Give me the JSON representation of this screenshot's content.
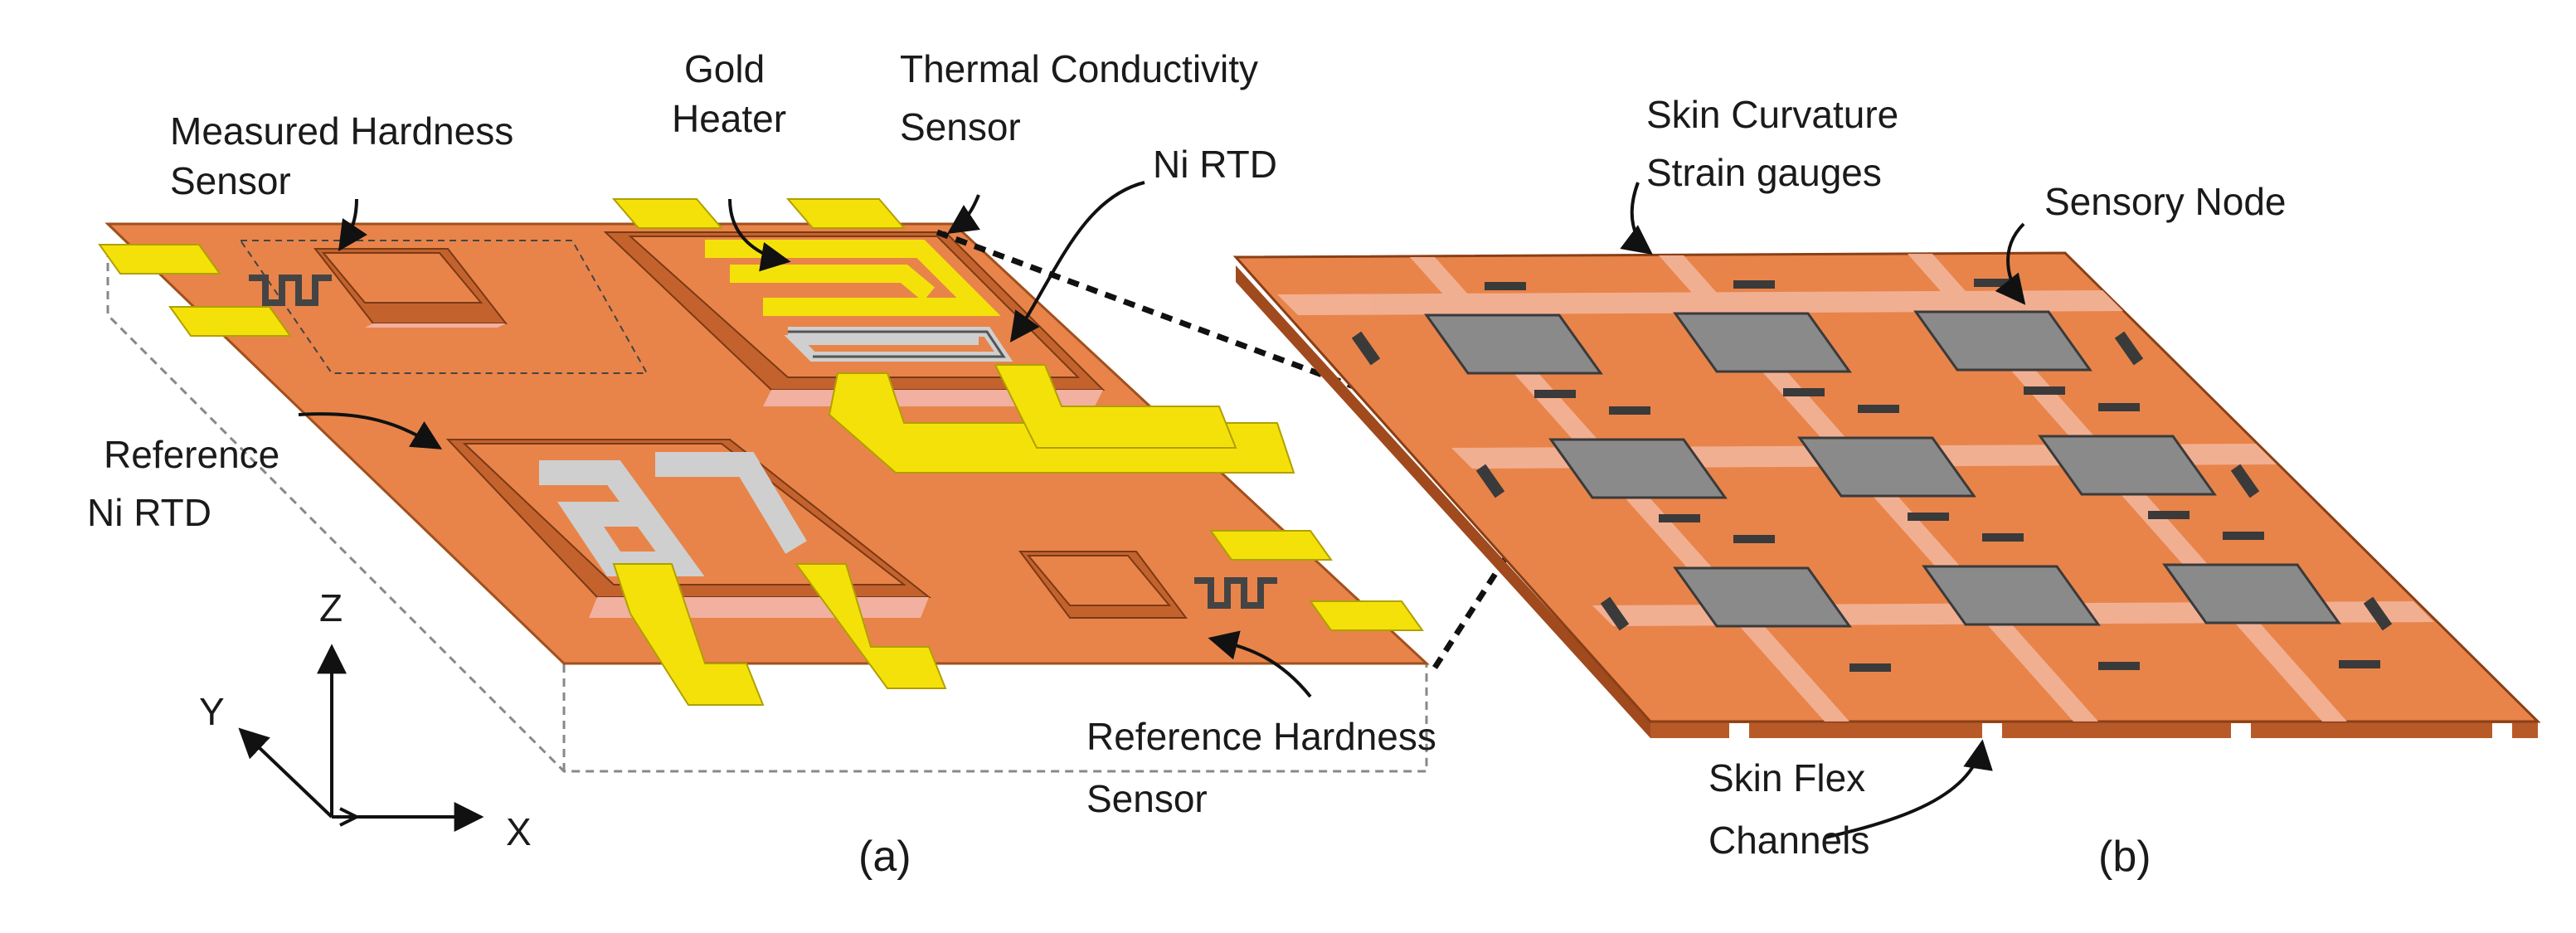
{
  "panel_a": {
    "caption": "(a)",
    "labels": {
      "measured_hardness_line1": "Measured Hardness",
      "measured_hardness_line2": "Sensor",
      "gold_heater_line1": "Gold",
      "gold_heater_line2": "Heater",
      "thermal_line1": "Thermal Conductivity",
      "thermal_line2": "Sensor",
      "ni_rtd": "Ni RTD",
      "reference_rtd_line1": "Reference",
      "reference_rtd_line2": "Ni RTD",
      "reference_hardness_line1": "Reference Hardness",
      "reference_hardness_line2": "Sensor"
    },
    "axes": {
      "x": "X",
      "y": "Y",
      "z": "Z"
    }
  },
  "panel_b": {
    "caption": "(b)",
    "labels": {
      "skin_curvature_line1": "Skin Curvature",
      "skin_curvature_line2": "Strain gauges",
      "sensory_node": "Sensory Node",
      "skin_flex_line1": "Skin Flex",
      "skin_flex_line2": "Channels"
    }
  },
  "colors": {
    "substrate": "#e8844a",
    "substrate_side": "#b85a28",
    "gold": "#f5e10a",
    "trace_gray": "#cfcfcf",
    "node_gray": "#8a8a8a",
    "channel_light": "#f3b49a",
    "pad_pink": "#f2b0a0"
  }
}
